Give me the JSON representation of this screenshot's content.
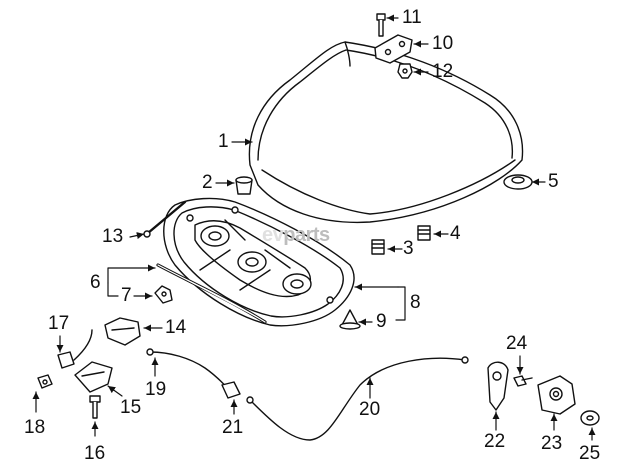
{
  "watermark": {
    "text_a": "ev",
    "text_b": "parts"
  },
  "callouts": {
    "c1": "1",
    "c2": "2",
    "c3": "3",
    "c4": "4",
    "c5": "5",
    "c6": "6",
    "c7": "7",
    "c8": "8",
    "c9": "9",
    "c10": "10",
    "c11": "11",
    "c12": "12",
    "c13": "13",
    "c14": "14",
    "c15": "15",
    "c16": "16",
    "c17": "17",
    "c18": "18",
    "c19": "19",
    "c20": "20",
    "c21": "21",
    "c22": "22",
    "c23": "23",
    "c24": "24",
    "c25": "25"
  },
  "colors": {
    "line": "#111111",
    "fill": "#ffffff",
    "watermark": "#d8d8d8"
  }
}
